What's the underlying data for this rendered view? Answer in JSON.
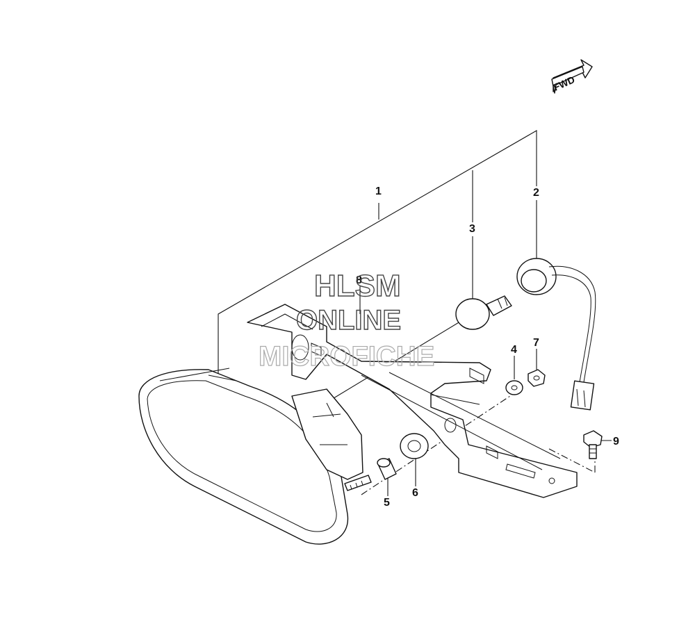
{
  "direction_badge": {
    "label": "FWD",
    "icon": "forward-arrow-icon"
  },
  "watermark": {
    "line1": "HLSM",
    "line2": "ONLINE",
    "line3": "MICROFICHE"
  },
  "callouts": [
    {
      "id": "1",
      "label": "1",
      "part": "tail-lamp-assembly"
    },
    {
      "id": "2",
      "label": "2",
      "part": "bulb-socket-harness"
    },
    {
      "id": "3",
      "label": "3",
      "part": "bulb"
    },
    {
      "id": "4",
      "label": "4",
      "part": "washer"
    },
    {
      "id": "5",
      "label": "5",
      "part": "collar"
    },
    {
      "id": "6",
      "label": "6",
      "part": "grommet"
    },
    {
      "id": "7",
      "label": "7",
      "part": "nut"
    },
    {
      "id": "8",
      "label": "8",
      "part": "bracket"
    },
    {
      "id": "9",
      "label": "9",
      "part": "bolt"
    }
  ]
}
